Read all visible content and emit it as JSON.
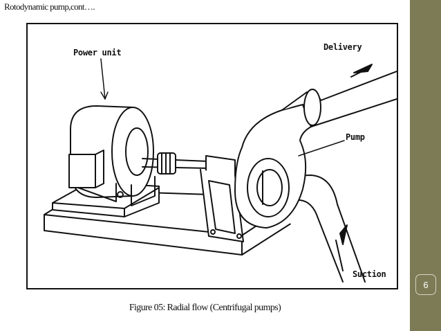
{
  "slide": {
    "title": "Rotodynamic pump,cont….",
    "page_number": "6",
    "caption": "Figure 05: Radial flow (Centrifugal pumps)"
  },
  "diagram": {
    "labels": {
      "power_unit": "Power unit",
      "delivery": "Delivery",
      "pump": "Pump",
      "suction": "Suction"
    }
  },
  "colors": {
    "sidebar": "#7c7b56",
    "ink": "#111111"
  }
}
